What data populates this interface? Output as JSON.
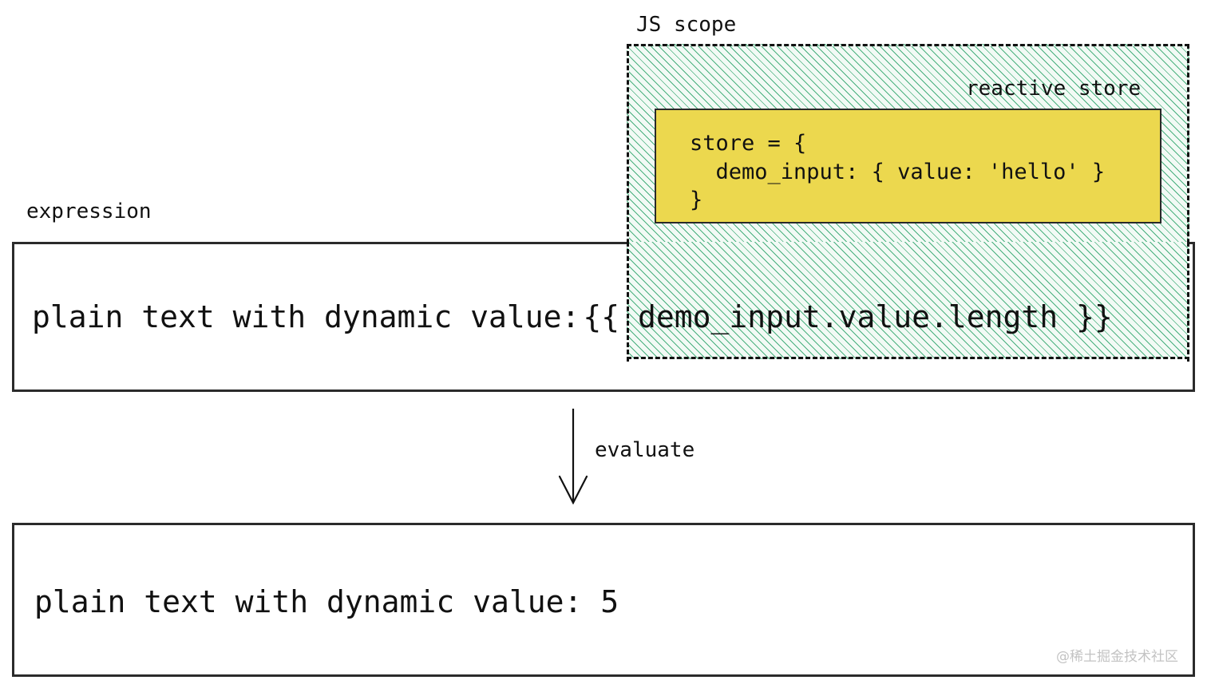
{
  "diagram": {
    "title": "Template expression evaluation",
    "colors": {
      "hatch_line": "#49b07e",
      "hatch_background": "#f2faf5",
      "store_fill": "#ecd84e",
      "border": "#2b2b2b",
      "text": "#111111",
      "watermark": "#c3c3c3"
    },
    "js_scope": {
      "label": "JS scope",
      "reactive_store_label": "reactive store",
      "store_code": "store = {\n  demo_input: { value: 'hello' }\n}"
    },
    "expression": {
      "label": "expression",
      "static_text": "plain text with dynamic value:",
      "dynamic_text": "{{ demo_input.value.length }}"
    },
    "arrow": {
      "label": "evaluate",
      "icon": "arrow-down-icon"
    },
    "result": {
      "text": "plain text with dynamic value: 5",
      "value": "5"
    },
    "watermark": "@稀土掘金技术社区"
  }
}
